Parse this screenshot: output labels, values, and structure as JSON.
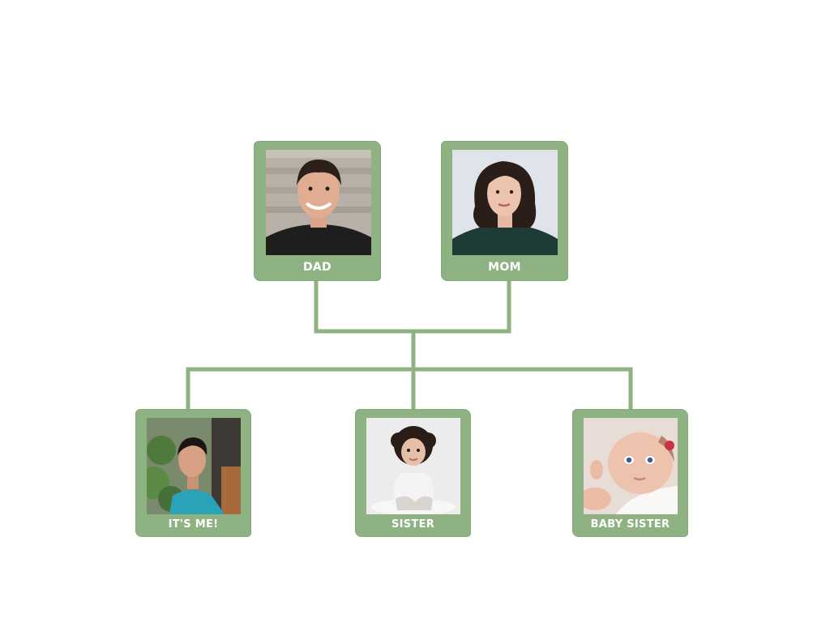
{
  "tree": {
    "parents": [
      {
        "id": "dad",
        "label": "DAD",
        "photo_icon": "man-portrait"
      },
      {
        "id": "mom",
        "label": "MOM",
        "photo_icon": "woman-portrait"
      }
    ],
    "children": [
      {
        "id": "me",
        "label": "IT'S ME!",
        "photo_icon": "boy-portrait"
      },
      {
        "id": "sister",
        "label": "SISTER",
        "photo_icon": "toddler-portrait"
      },
      {
        "id": "baby-sister",
        "label": "BABY SISTER",
        "photo_icon": "baby-portrait"
      }
    ]
  },
  "colors": {
    "frame": "#8fb283",
    "connector": "#8fb283",
    "label_text": "#ffffff",
    "background": "#ffffff"
  }
}
